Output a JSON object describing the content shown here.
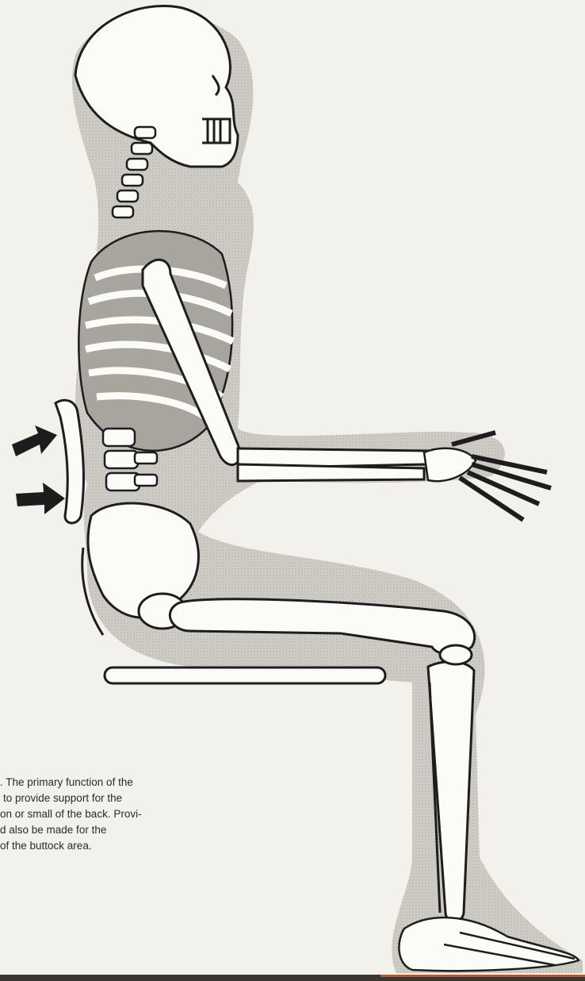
{
  "figure": {
    "caption_lines": [
      ". The primary function of the",
      "to provide support for the",
      "on or small of the back. Provi-",
      "d also be made for the",
      "of the buttock area."
    ]
  },
  "colors": {
    "paper": "#f3f1ec",
    "ink": "#1d1d1d",
    "shadow": "#c9c6c0",
    "bone": "#fbfbf8"
  },
  "icons": [
    "arrow-right-icon"
  ]
}
